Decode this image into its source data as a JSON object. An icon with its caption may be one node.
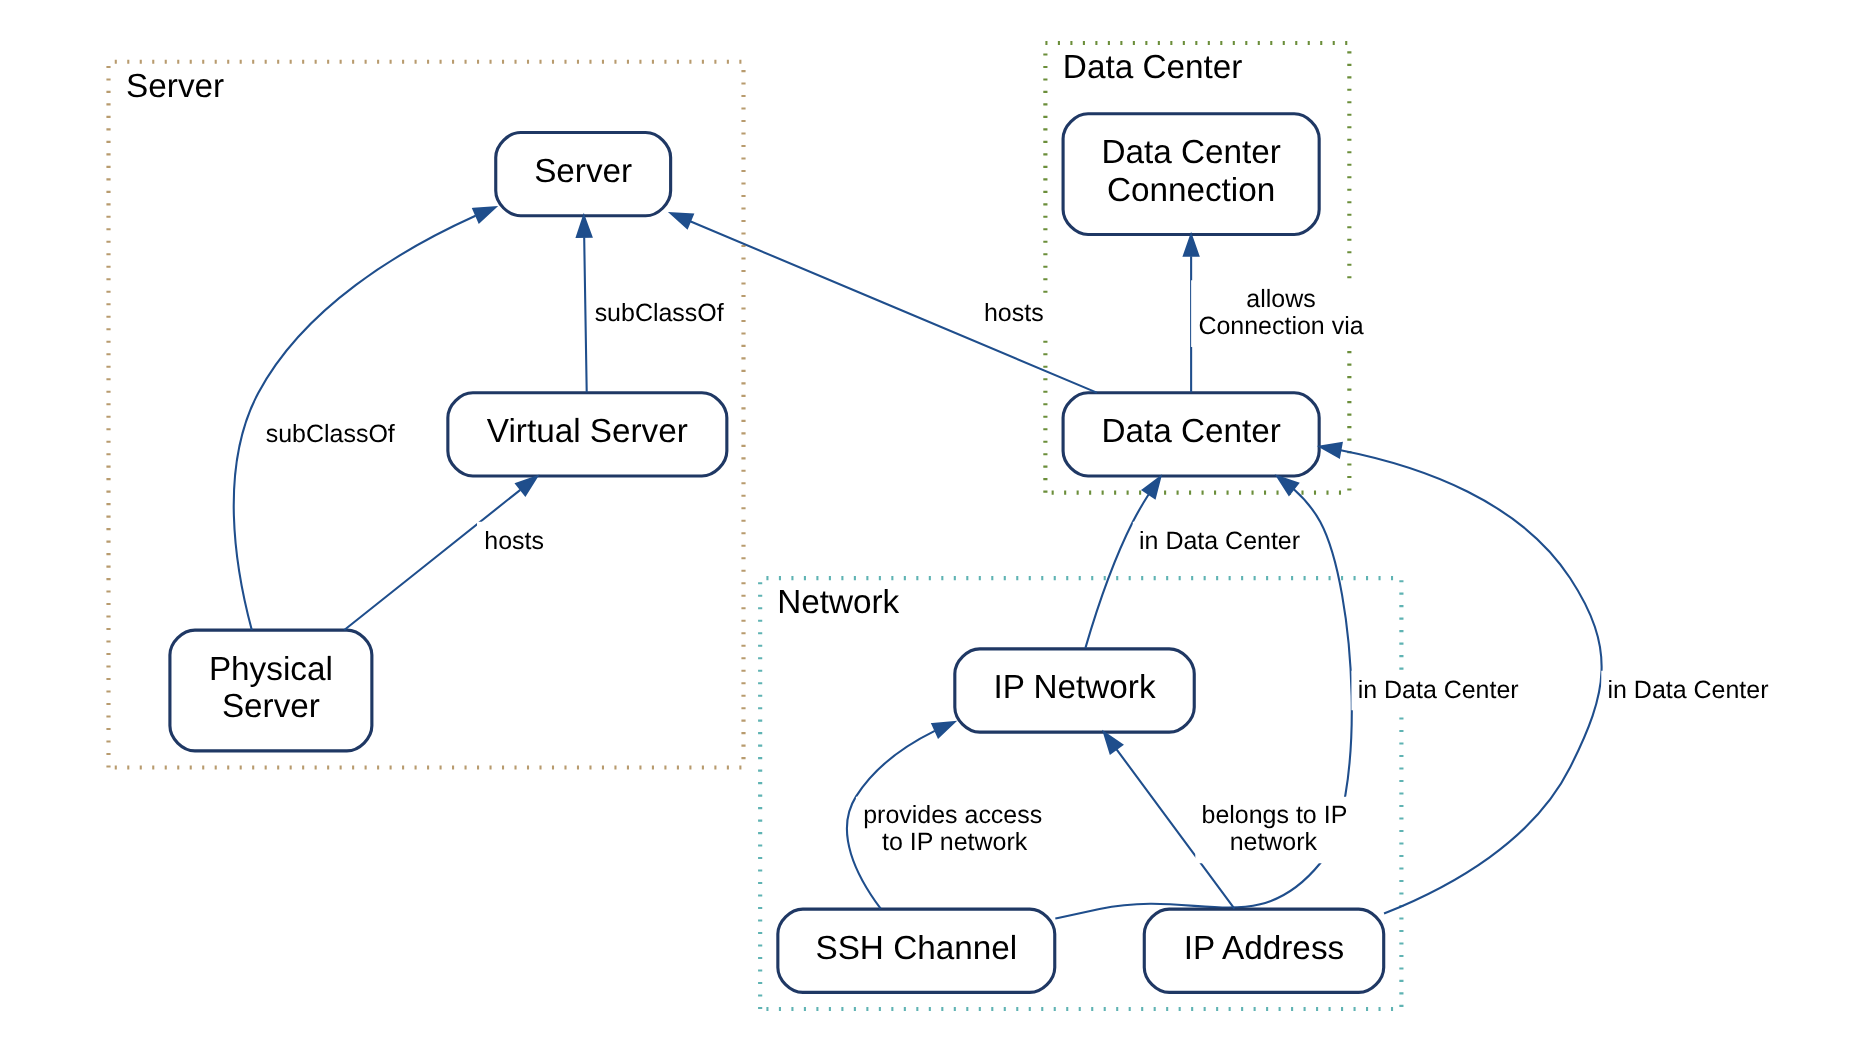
{
  "diagram": {
    "nodes": [
      {
        "text": [
          "Data Center"
        ]
      },
      {
        "text": [
          "Data Center Connection"
        ],
        "in": 0
      },
      {
        "text": [
          "Data Center"
        ],
        "in": 0
      },
      {
        "text": [
          "Server"
        ]
      },
      {
        "text": [
          "Server"
        ],
        "in": 3
      },
      {
        "text": [
          "Physical Server"
        ],
        "in": 3
      },
      {
        "text": [
          "Virtual Server"
        ],
        "in": 3
      },
      {
        "text": [
          "Network"
        ]
      },
      {
        "text": [
          "SSH Channel"
        ],
        "in": 7
      },
      {
        "text": [
          "IP Network"
        ],
        "in": 7
      },
      {
        "text": [
          "IP Address"
        ],
        "in": 7
      }
    ],
    "edges": [
      {
        "from": 2,
        "to": 1,
        "arrow": "to",
        "label": "allows Connection via"
      },
      {
        "from": 2,
        "to": 4,
        "arrow": "to",
        "label": "hosts"
      },
      {
        "from": 5,
        "to": 4,
        "arrow": "to",
        "label": "subClassOf"
      },
      {
        "from": 6,
        "to": 4,
        "arrow": "to",
        "label": "subClassOf"
      },
      {
        "from": 5,
        "to": 6,
        "arrow": "to",
        "label": "hosts"
      },
      {
        "from": 8,
        "to": 2,
        "arrow": "to",
        "label": "in Data Center"
      },
      {
        "from": 9,
        "to": 2,
        "arrow": "to",
        "label": "in Data Center"
      },
      {
        "from": 10,
        "to": 2,
        "arrow": "to",
        "label": "in Data Center"
      },
      {
        "from": 8,
        "to": 9,
        "arrow": "to",
        "label": "provides access to IP network"
      },
      {
        "from": 10,
        "to": 9,
        "arrow": "to",
        "label": "belongs to IP network"
      }
    ]
  }
}
